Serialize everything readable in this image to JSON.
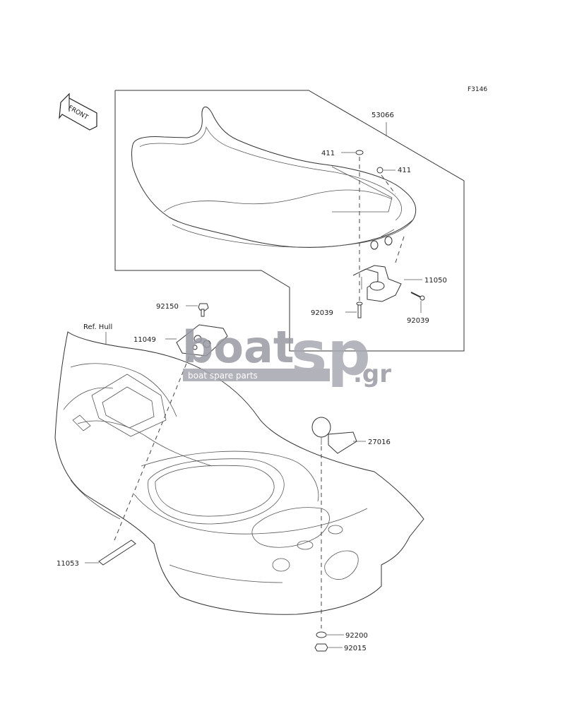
{
  "figure_code": "F3146",
  "front_label": "FRONT",
  "ref_label": "Ref. Hull",
  "parts": [
    {
      "id": "53066",
      "label": "53066"
    },
    {
      "id": "411a",
      "label": "411"
    },
    {
      "id": "411b",
      "label": "411"
    },
    {
      "id": "11050",
      "label": "11050"
    },
    {
      "id": "92039a",
      "label": "92039"
    },
    {
      "id": "92039b",
      "label": "92039"
    },
    {
      "id": "92150",
      "label": "92150"
    },
    {
      "id": "11049",
      "label": "11049"
    },
    {
      "id": "27016",
      "label": "27016"
    },
    {
      "id": "11053",
      "label": "11053"
    },
    {
      "id": "92200",
      "label": "92200"
    },
    {
      "id": "92015",
      "label": "92015"
    }
  ],
  "watermark": {
    "word1": "boat",
    "word2": "sp",
    "suffix": ".gr",
    "tagline": "boat spare parts",
    "color_main": "#9a9aa4",
    "color_accent": "#a9a9b3"
  }
}
